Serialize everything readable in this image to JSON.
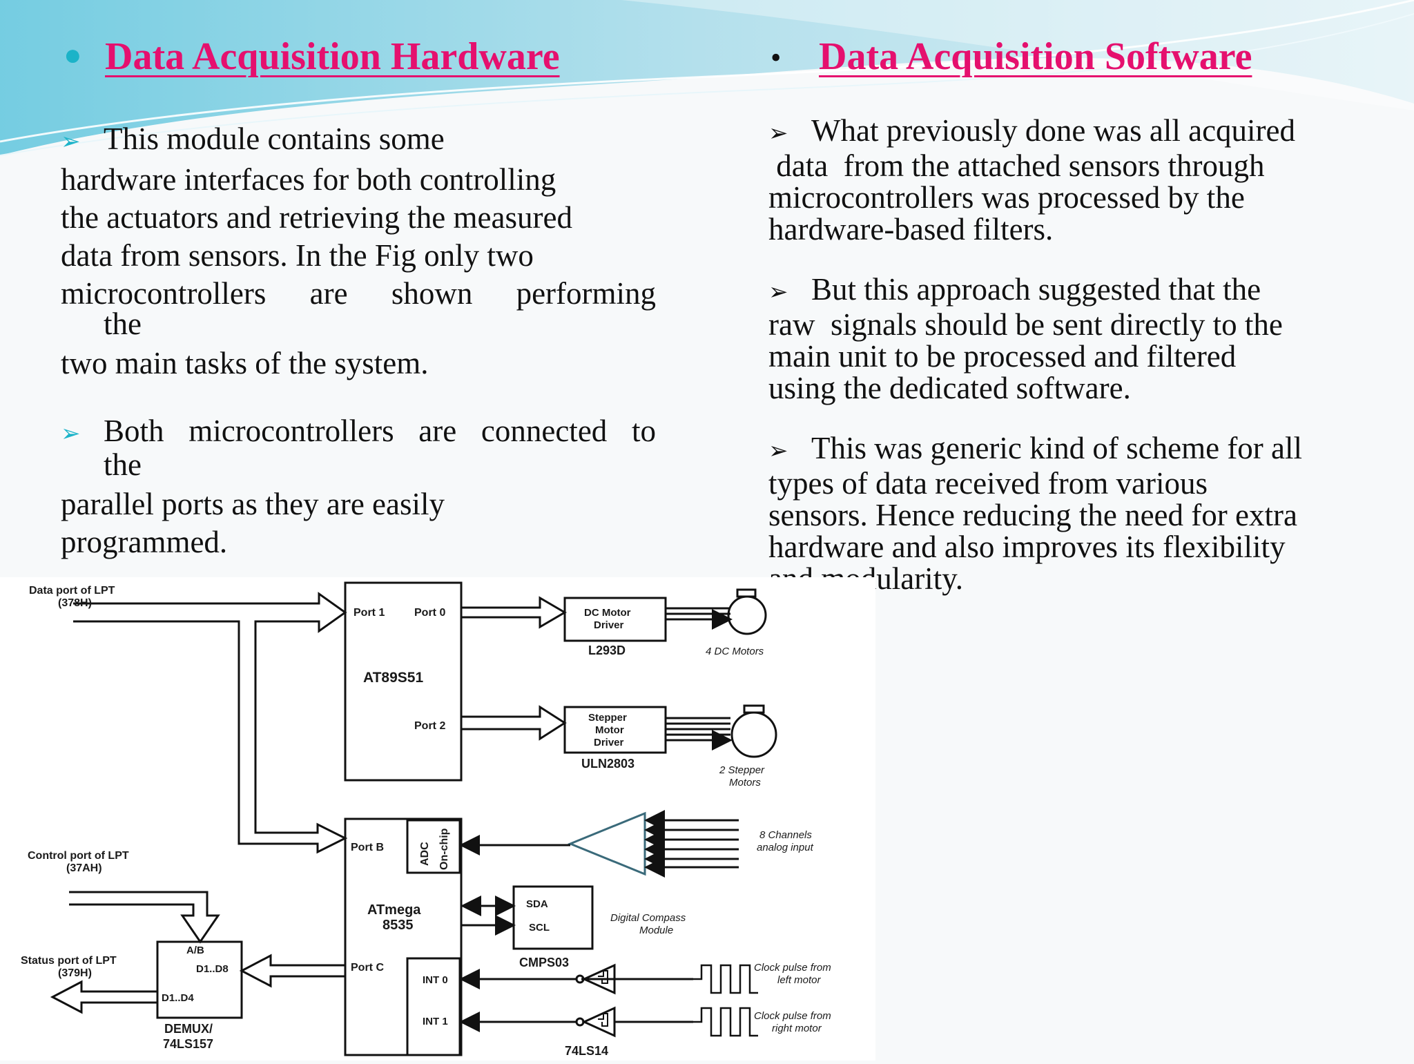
{
  "left": {
    "heading": "Data Acquisition Hardware",
    "bullet1": {
      "line1": "This  module contains some",
      "line2": "hardware interfaces for both controlling",
      "line3": "the actuators and retrieving the measured",
      "line4": "data from sensors. In the Fig only two",
      "line5_words": [
        "microcontrollers",
        "are",
        "shown",
        "performing"
      ],
      "line6": "the",
      "line7": "two main tasks of the system."
    },
    "bullet2": {
      "line1_words": [
        "Both",
        "microcontrollers",
        "are",
        "connected",
        "to"
      ],
      "line2": "the",
      "line3": "parallel ports as they are easily",
      "line4": "programmed."
    }
  },
  "right": {
    "heading": "Data Acquisition Software",
    "bullet1": {
      "line1": "What previously done was all acquired",
      "line2": " data  from the attached sensors through",
      "line3": "microcontrollers was processed by the",
      "line4": "hardware-based filters."
    },
    "bullet2": {
      "line1": "But this approach suggested that the",
      "line2": "raw  signals should be sent directly to the",
      "line3": "main unit to be processed and filtered",
      "line4": "using the dedicated software."
    },
    "bullet3": {
      "line1": "This was generic kind of scheme for all",
      "line2": "types of data received from various",
      "line3": "sensors. Hence reducing the need for extra",
      "line4": "hardware and also improves its flexibility",
      "line5": "and modularity."
    }
  },
  "diagram": {
    "data_port": "Data port of LPT",
    "data_port_addr": "(378H)",
    "control_port": "Control port of LPT",
    "control_port_addr": "(37AH)",
    "status_port": "Status port of LPT",
    "status_port_addr": "(379H)",
    "at89_name": "AT89S51",
    "port1": "Port 1",
    "port0": "Port 0",
    "port2": "Port 2",
    "dc_driver_line1": "DC Motor",
    "dc_driver_line2": "Driver",
    "dc_driver_chip": "L293D",
    "dc_motors": "4 DC Motors",
    "stepper_driver_line1": "Stepper",
    "stepper_driver_line2": "Motor",
    "stepper_driver_line3": "Driver",
    "stepper_driver_chip": "ULN2803",
    "stepper_motors_line1": "2 Stepper",
    "stepper_motors_line2": "Motors",
    "atmega_line1": "ATmega",
    "atmega_line2": "8535",
    "port_b": "Port B",
    "port_c": "Port C",
    "adc_line1": "ADC",
    "adc_line2": "On-chip",
    "analog_line1": "8 Channels",
    "analog_line2": "analog input",
    "sda": "SDA",
    "scl": "SCL",
    "cmps_chip": "CMPS03",
    "compass_line1": "Digital Compass",
    "compass_line2": "Module",
    "int0": "INT 0",
    "int1": "INT 1",
    "schmitt_chip": "74LS14",
    "clock_left_line1": "Clock pulse from",
    "clock_left_line2": "left motor",
    "clock_right_line1": "Clock pulse from",
    "clock_right_line2": "right motor",
    "demux_ab": "A/B",
    "demux_d1d8": "D1..D8",
    "demux_d1d4": "D1..D4",
    "demux_line1": "DEMUX/",
    "demux_line2": "74LS157"
  },
  "colors": {
    "heading": "#e5106e",
    "bullet_left": "#1bb3c8",
    "wave": "#5fc3dc"
  }
}
